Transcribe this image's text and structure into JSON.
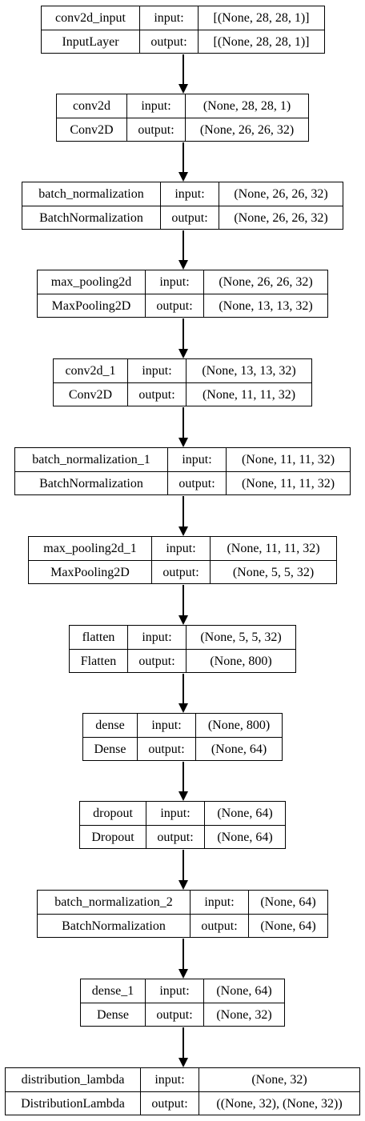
{
  "layers": [
    {
      "name": "conv2d_input",
      "type": "InputLayer",
      "input_label": "input:",
      "output_label": "output:",
      "input_shape": "[(None, 28, 28, 1)]",
      "output_shape": "[(None, 28, 28, 1)]"
    },
    {
      "name": "conv2d",
      "type": "Conv2D",
      "input_label": "input:",
      "output_label": "output:",
      "input_shape": "(None, 28, 28, 1)",
      "output_shape": "(None, 26, 26, 32)"
    },
    {
      "name": "batch_normalization",
      "type": "BatchNormalization",
      "input_label": "input:",
      "output_label": "output:",
      "input_shape": "(None, 26, 26, 32)",
      "output_shape": "(None, 26, 26, 32)"
    },
    {
      "name": "max_pooling2d",
      "type": "MaxPooling2D",
      "input_label": "input:",
      "output_label": "output:",
      "input_shape": "(None, 26, 26, 32)",
      "output_shape": "(None, 13, 13, 32)"
    },
    {
      "name": "conv2d_1",
      "type": "Conv2D",
      "input_label": "input:",
      "output_label": "output:",
      "input_shape": "(None, 13, 13, 32)",
      "output_shape": "(None, 11, 11, 32)"
    },
    {
      "name": "batch_normalization_1",
      "type": "BatchNormalization",
      "input_label": "input:",
      "output_label": "output:",
      "input_shape": "(None, 11, 11, 32)",
      "output_shape": "(None, 11, 11, 32)"
    },
    {
      "name": "max_pooling2d_1",
      "type": "MaxPooling2D",
      "input_label": "input:",
      "output_label": "output:",
      "input_shape": "(None, 11, 11, 32)",
      "output_shape": "(None, 5, 5, 32)"
    },
    {
      "name": "flatten",
      "type": "Flatten",
      "input_label": "input:",
      "output_label": "output:",
      "input_shape": "(None, 5, 5, 32)",
      "output_shape": "(None, 800)"
    },
    {
      "name": "dense",
      "type": "Dense",
      "input_label": "input:",
      "output_label": "output:",
      "input_shape": "(None, 800)",
      "output_shape": "(None, 64)"
    },
    {
      "name": "dropout",
      "type": "Dropout",
      "input_label": "input:",
      "output_label": "output:",
      "input_shape": "(None, 64)",
      "output_shape": "(None, 64)"
    },
    {
      "name": "batch_normalization_2",
      "type": "BatchNormalization",
      "input_label": "input:",
      "output_label": "output:",
      "input_shape": "(None, 64)",
      "output_shape": "(None, 64)"
    },
    {
      "name": "dense_1",
      "type": "Dense",
      "input_label": "input:",
      "output_label": "output:",
      "input_shape": "(None, 64)",
      "output_shape": "(None, 32)"
    },
    {
      "name": "distribution_lambda",
      "type": "DistributionLambda",
      "input_label": "input:",
      "output_label": "output:",
      "input_shape": "(None, 32)",
      "output_shape": "((None, 32), (None, 32))"
    }
  ]
}
